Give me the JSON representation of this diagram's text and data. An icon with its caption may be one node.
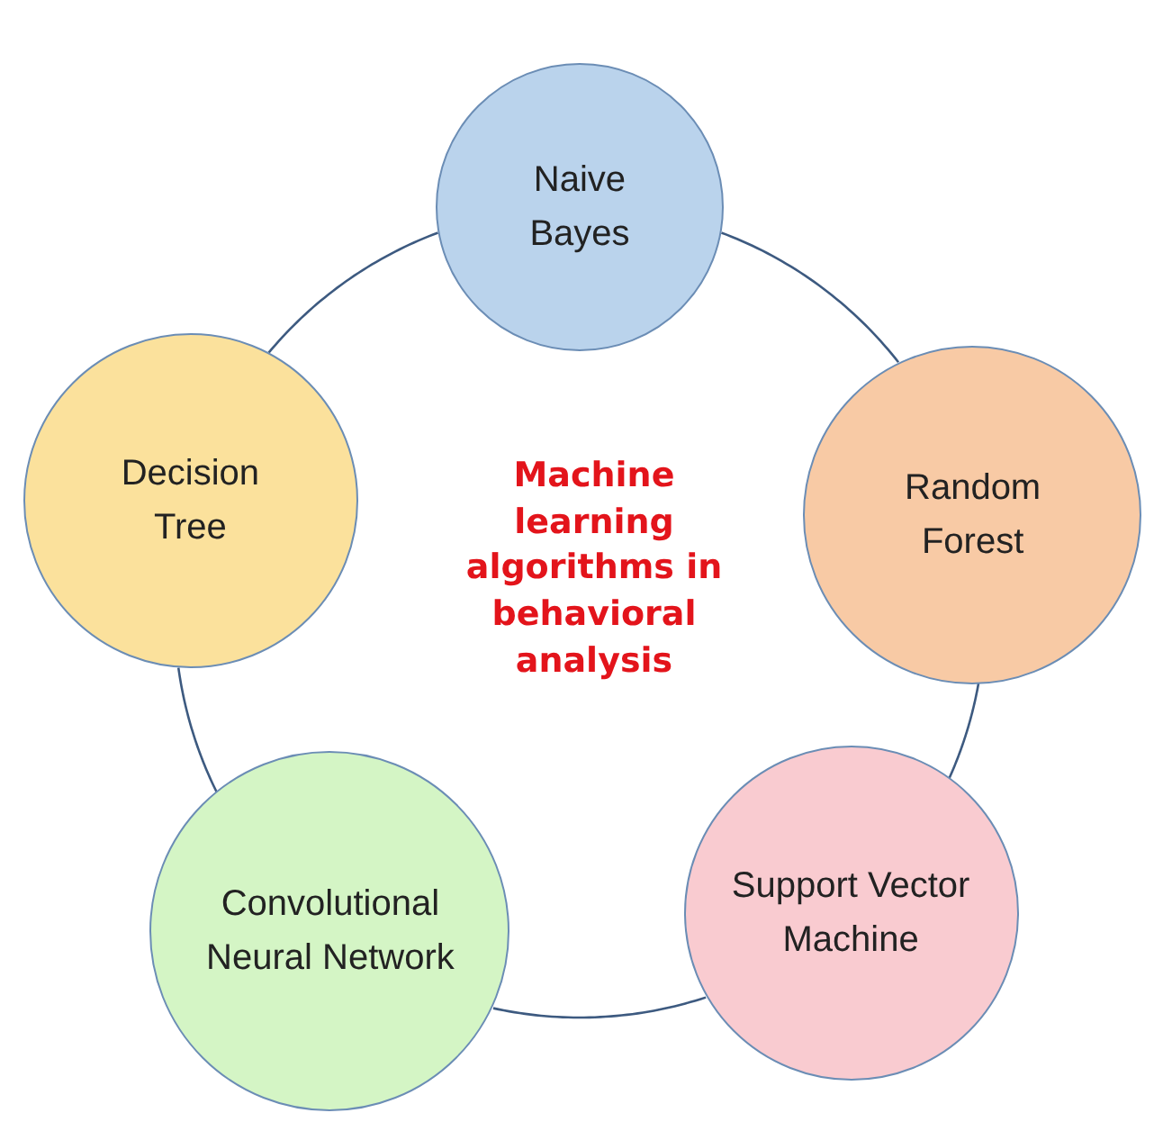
{
  "diagram": {
    "nodes": [
      {
        "text": [
          "Naive Bayes"
        ]
      },
      {
        "text": [
          "Decision Tree"
        ]
      },
      {
        "text": [
          "Random Forest"
        ]
      },
      {
        "text": [
          "Convolutional Neural Network"
        ]
      },
      {
        "text": [
          "Support Vector Machine"
        ]
      }
    ],
    "edges": [
      {
        "from": 0,
        "to": 2,
        "arrow": "none"
      },
      {
        "from": 2,
        "to": 4,
        "arrow": "none"
      },
      {
        "from": 4,
        "to": 3,
        "arrow": "none"
      },
      {
        "from": 3,
        "to": 1,
        "arrow": "none"
      },
      {
        "from": 1,
        "to": 0,
        "arrow": "none"
      }
    ],
    "labels": [
      "Machine learning algorithms in behavioral analysis"
    ]
  }
}
